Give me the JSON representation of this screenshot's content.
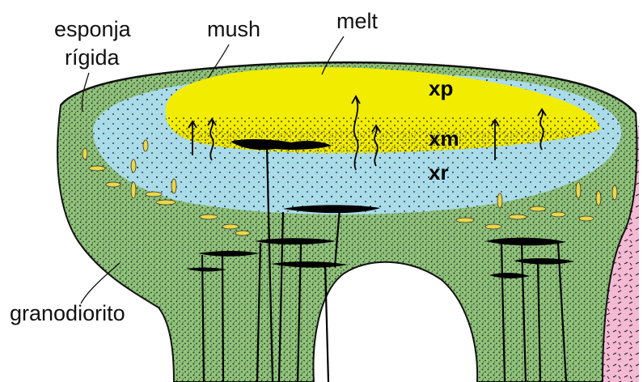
{
  "labels": {
    "esponja_line1": "esponja",
    "esponja_line2": "rígida",
    "mush": "mush",
    "melt": "melt",
    "granodiorito": "granodiorito"
  },
  "zones": {
    "xp": "xp",
    "xm": "xm",
    "xr": "xr"
  },
  "colors": {
    "melt_lens": "#f2ec00",
    "mush_zone": "#a9dbe9",
    "rigid_sponge": "#8fc37a",
    "granodiorite": "#f4b9d3",
    "dikes_sills": "#000000",
    "enclaves": "#e8d84a"
  }
}
